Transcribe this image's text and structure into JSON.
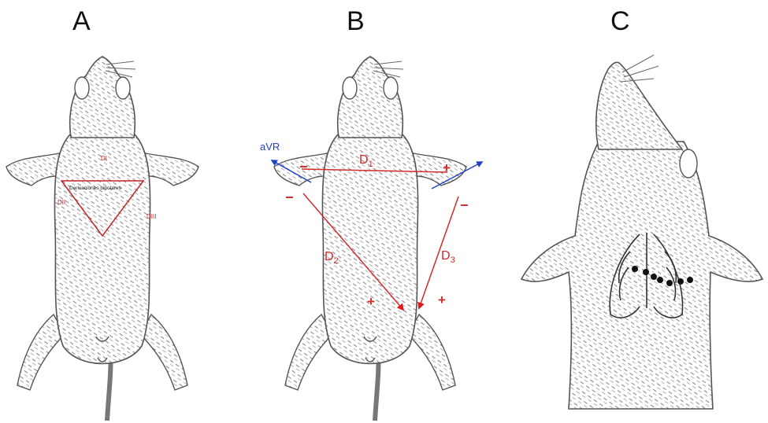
{
  "panels": {
    "a": {
      "letter": "A",
      "d1": "DI",
      "d2": "DII",
      "d3": "DIII",
      "triangle_caption": "Derivaciones bipolares"
    },
    "b": {
      "letter": "B",
      "avr": "aVR",
      "d1": "D",
      "d1_sub": "1",
      "d2": "D",
      "d2_sub": "2",
      "d3": "D",
      "d3_sub": "3",
      "plus": "+",
      "minus": "−"
    },
    "c": {
      "letter": "C"
    }
  },
  "colors": {
    "lead_red": "#d42a2a",
    "avr_blue": "#1f3fc8",
    "sketch": "#6a6a6a"
  }
}
